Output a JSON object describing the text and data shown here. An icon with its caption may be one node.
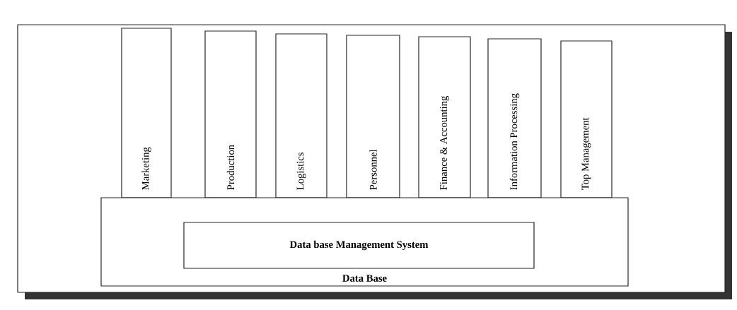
{
  "diagram": {
    "nodes": [
      {
        "text": [],
        "shape": "box"
      },
      {
        "text": [
          "Marketing"
        ],
        "in": 0
      },
      {
        "text": [
          "Production"
        ],
        "in": 0
      },
      {
        "text": [
          "Logistics"
        ],
        "in": 0
      },
      {
        "text": [
          "Personnel"
        ],
        "in": 0
      },
      {
        "text": [
          "Finance & Accounting"
        ],
        "in": 0
      },
      {
        "text": [
          "Information Processing"
        ],
        "in": 0
      },
      {
        "text": [
          "Top Management"
        ],
        "in": 0
      },
      {
        "text": [
          "Data Base"
        ],
        "in": 0
      },
      {
        "text": [
          "Data base Management System"
        ],
        "in": 8
      }
    ]
  }
}
